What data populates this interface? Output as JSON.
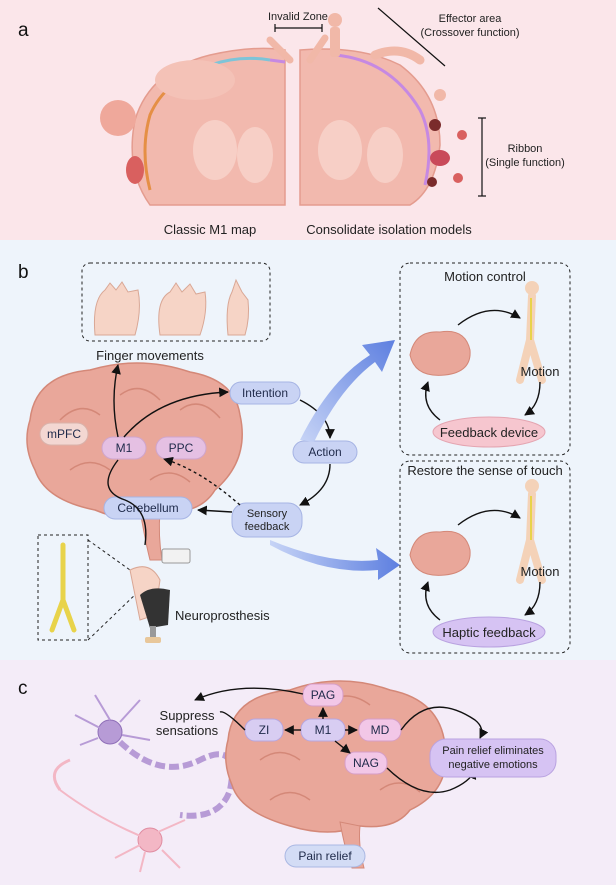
{
  "panel_a": {
    "letter": "a",
    "invalid_zone": "Invalid Zone",
    "effector_area_line1": "Effector area",
    "effector_area_line2": "(Crossover function)",
    "ribbon_line1": "Ribbon",
    "ribbon_line2": "(Single function)",
    "classic_caption": "Classic M1 map",
    "consolidate_caption": "Consolidate isolation models"
  },
  "panel_b": {
    "letter": "b",
    "finger_movements": "Finger movements",
    "mpfc": "mPFC",
    "m1": "M1",
    "ppc": "PPC",
    "cerebellum": "Cerebellum",
    "intention": "Intention",
    "action": "Action",
    "sensory_feedback_line1": "Sensory",
    "sensory_feedback_line2": "feedback",
    "neuroprosthesis": "Neuroprosthesis",
    "motion_control_title": "Motion control",
    "motion_label_1": "Motion",
    "feedback_device": "Feedback device",
    "restore_title": "Restore the sense of touch",
    "motion_label_2": "Motion",
    "haptic_feedback": "Haptic feedback"
  },
  "panel_c": {
    "letter": "c",
    "pag": "PAG",
    "zi": "ZI",
    "m1": "M1",
    "md": "MD",
    "nag": "NAG",
    "suppress_line1": "Suppress",
    "suppress_line2": "sensations",
    "pain_relief_eliminates_line1": "Pain relief eliminates",
    "pain_relief_eliminates_line2": "negative emotions",
    "pain_relief": "Pain relief"
  },
  "colors": {
    "panel_a_bg": "#fbe6ea",
    "panel_b_bg": "#eef4fb",
    "panel_c_bg": "#f4ecf8",
    "brain": "#e9a79a",
    "pill_blue": "#c9d3f4",
    "pill_pink": "#f6c6cf",
    "pill_purple": "#d6c3f3",
    "big_arrow": "#6f8fe6"
  }
}
